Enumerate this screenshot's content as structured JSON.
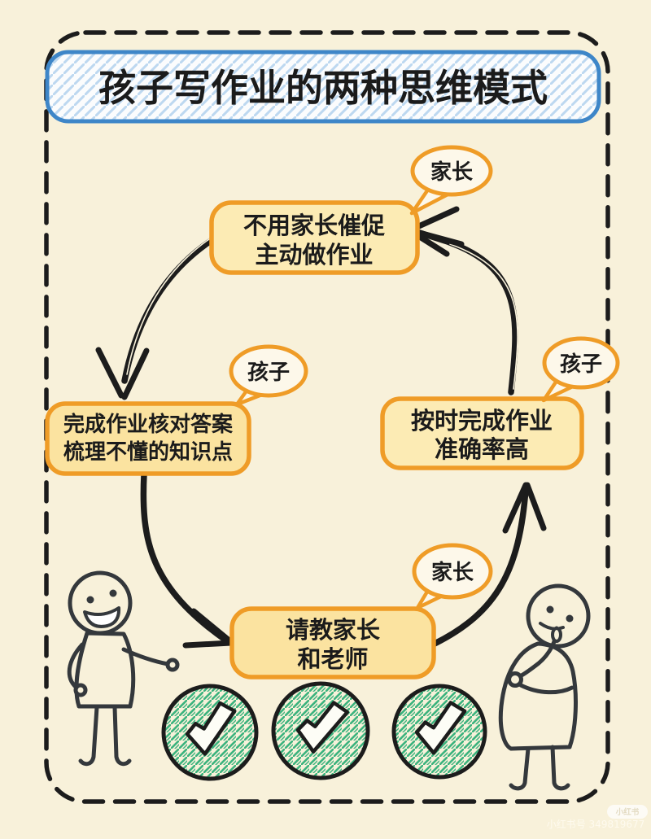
{
  "title": {
    "text": "孩子写作业的两种思维模式"
  },
  "colors": {
    "background": "#F8F1DA",
    "accent_orange": "#EF9C27",
    "box_fill_light": "#FCEBB4",
    "box_fill_deep": "#FBE3A0",
    "title_border_blue": "#3E86C8",
    "title_hatch_blue": "#BDD8F0",
    "check_green": "#3CB37E",
    "ink_black": "#1C1C1C",
    "figure_gray": "#34383C"
  },
  "nodes": {
    "top": {
      "line1": "不用家长催促",
      "line2": "主动做作业",
      "bubble": "家长"
    },
    "left": {
      "line1": "完成作业核对答案",
      "line2": "梳理不懂的知识点",
      "bubble": "孩子"
    },
    "right": {
      "line1": "按时完成作业",
      "line2": "准确率高",
      "bubble": "孩子"
    },
    "bottom": {
      "line1": "请教家长",
      "line2": "和老师",
      "bubble": "家长"
    }
  },
  "checkmarks": {
    "count": 3
  },
  "watermark": {
    "badge": "小红书",
    "id_text": "小红书号 349819677"
  }
}
